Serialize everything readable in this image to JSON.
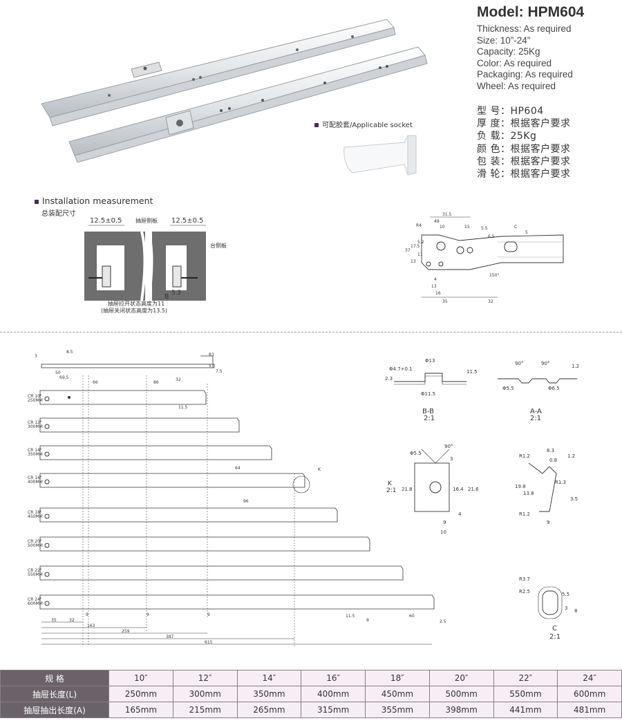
{
  "product": {
    "model_title": "Model: HPM604",
    "specs_en": [
      "Thickness: As required",
      "Size: 10”-24”",
      "Capacity: 25Kg",
      "Color: As required",
      "Packaging: As required",
      "Wheel: As required"
    ],
    "specs_cn": [
      "型  号：HP604",
      "厚  度：根据客户要求",
      "负  载：25Kg",
      "颜  色：根据客户要求",
      "包  装：根据客户要求",
      "滑  轮：根据客户要求"
    ],
    "socket_label": "可配胶套/Applicable socket"
  },
  "installation": {
    "title": "Installation measurement",
    "subtitle": "总装配尺寸",
    "dim_left": "12.5±0.5",
    "dim_right": "12.5±0.5",
    "label_drawer_side": "抽屉侧板",
    "label_cabinet_side": "台侧板",
    "label_8": "8",
    "label_55": "5.5",
    "note_line1": "抽屉拉开状态高度为11",
    "note_line2": "(抽屉关闭状态高度为13.5)"
  },
  "detail_drawing": {
    "dims": [
      "31.5",
      "49",
      "10",
      "R4",
      "15",
      "5.5",
      "6.5",
      "C",
      "5",
      "37",
      "17.5",
      "5.2",
      "11",
      "13",
      "13",
      "16",
      "35",
      "32",
      "150°",
      "4"
    ]
  },
  "sections": {
    "bb_label": "B-B",
    "bb_scale": "2:1",
    "bb_dims": [
      "Φ4.7+0.1",
      "Φ13",
      "Φ11.5",
      "11.5",
      "2.3"
    ],
    "aa_label": "A-A",
    "aa_scale": "2:1",
    "aa_dims": [
      "90°",
      "90°",
      "Φ5.5",
      "Φ6.5",
      "1.2"
    ],
    "k_label": "K",
    "k_scale": "2:1",
    "k_dims": [
      "Φ5.5",
      "90°",
      "3",
      "21.8",
      "16.4",
      "21.6",
      "9",
      "10",
      "4"
    ],
    "profile_dims": [
      "R1.2",
      "8.3",
      "0.8",
      "1.2",
      "R1.3",
      "19.8",
      "13.8",
      "R1.2",
      "9",
      "3.5"
    ],
    "c_label": "C",
    "c_scale": "2:1",
    "c_dims": [
      "R3.7",
      "R2.5",
      "5.5",
      "3",
      "8"
    ]
  },
  "slides": {
    "top_dims": [
      "3",
      "8.5",
      "50",
      "69.5",
      "66",
      "86",
      "32",
      "R3",
      "5",
      "7.5",
      "11.5"
    ],
    "rows": [
      {
        "label": "CR 10\"",
        "len": "250MM"
      },
      {
        "label": "CR 12\"",
        "len": "300MM"
      },
      {
        "label": "CR 14\"",
        "len": "350MM"
      },
      {
        "label": "CR 16\"",
        "len": "400MM"
      },
      {
        "label": "CR 18\"",
        "len": "450MM"
      },
      {
        "label": "CR 20\"",
        "len": "500MM"
      },
      {
        "label": "CR 22\"",
        "len": "550MM"
      },
      {
        "label": "CR 24\"",
        "len": "600MM"
      }
    ],
    "bottom_dims": [
      "35",
      "32",
      "9",
      "163",
      "259",
      "387",
      "615",
      "9",
      "9",
      "11.5",
      "9",
      "60",
      "2.5",
      "64",
      "96"
    ],
    "k_marker": "K"
  },
  "table": {
    "headers": [
      "规  格",
      "10″",
      "12″",
      "14″",
      "16″",
      "18″",
      "20″",
      "22″",
      "24″"
    ],
    "rows": [
      {
        "label": "抽屉长度(L)",
        "values": [
          "250mm",
          "300mm",
          "350mm",
          "400mm",
          "450mm",
          "500mm",
          "550mm",
          "600mm"
        ]
      },
      {
        "label": "抽屉抽出长度(A)",
        "values": [
          "165mm",
          "215mm",
          "265mm",
          "315mm",
          "355mm",
          "398mm",
          "441mm",
          "481mm"
        ]
      }
    ]
  },
  "colors": {
    "table_header": "#6a6268",
    "table_cell": "#f6eef4",
    "accent_bullet": "#4a2a5a",
    "cabinet_gray": "#6e6e6e"
  }
}
